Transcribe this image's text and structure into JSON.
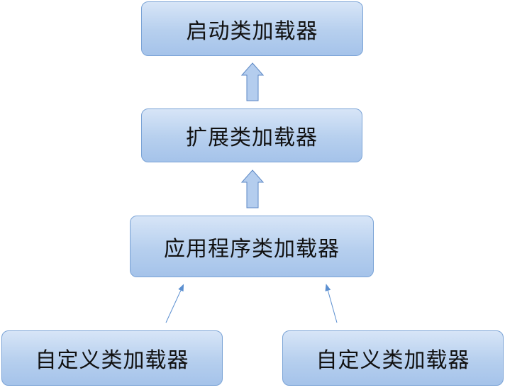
{
  "nodes": {
    "bootstrap": "启动类加载器",
    "extension": "扩展类加载器",
    "application": "应用程序类加载器",
    "custom_left": "自定义类加载器",
    "custom_right": "自定义类加载器"
  },
  "colors": {
    "node_border": "#7aa3d6",
    "node_fill_top": "#d7e5f7",
    "node_fill_bottom": "#a5c3ea",
    "arrow_fill": "#b4cdee",
    "arrow_stroke": "#5b87c5",
    "thin_arrow": "#5b8fd0"
  }
}
